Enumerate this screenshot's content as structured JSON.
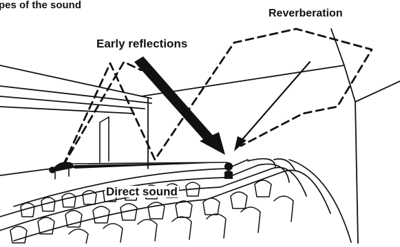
{
  "diagram": {
    "title_fragment": "pes of the sound",
    "labels": {
      "reverberation": "Reverberation",
      "early_reflections": "Early reflections",
      "direct_sound": "Direct sound"
    },
    "colors": {
      "ink": "#111111",
      "background": "#ffffff"
    }
  }
}
